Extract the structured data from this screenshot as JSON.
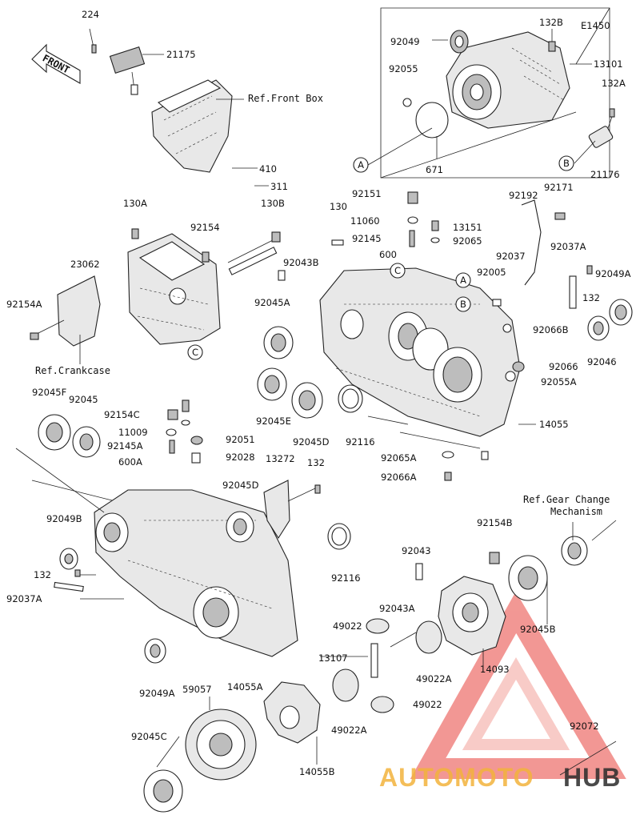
{
  "diagram": {
    "code": "E1450",
    "front_arrow_text": "FRONT",
    "refs": {
      "front_box": "Ref.Front Box",
      "crankcase": "Ref.Crankcase",
      "gear_change_line1": "Ref.Gear Change",
      "gear_change_line2": "Mechanism"
    },
    "circle_markers": [
      "A",
      "B",
      "C"
    ],
    "part_numbers": [
      "224",
      "21175",
      "410",
      "311",
      "132B",
      "92049",
      "92055",
      "13101",
      "671",
      "132A",
      "21176",
      "130A",
      "92154",
      "130B",
      "23062",
      "92154A",
      "92151",
      "130",
      "11060",
      "13151",
      "92145",
      "92065",
      "600",
      "92192",
      "92171",
      "92037A",
      "92037",
      "92049A",
      "92043B",
      "92005",
      "132",
      "92045A",
      "92066B",
      "92046",
      "92066",
      "92055A",
      "92045E",
      "92045D",
      "92116",
      "14055",
      "92065A",
      "92066A",
      "92045F",
      "92045",
      "92154C",
      "11009",
      "92145A",
      "600A",
      "92051",
      "92028",
      "13272",
      "92049B",
      "14055A",
      "92049A",
      "59057",
      "92045C",
      "14055B",
      "92043",
      "92043A",
      "49022",
      "49022A",
      "13107",
      "14093",
      "92154B",
      "92045B",
      "92072"
    ]
  },
  "watermark": {
    "brand_part1": "AUTOMOTO",
    "brand_part2": "HUB",
    "colors": {
      "accent": "#e8433d",
      "mid": "#f4a19a",
      "gold": "#f3b33d",
      "dark": "#2b2b2b"
    }
  }
}
